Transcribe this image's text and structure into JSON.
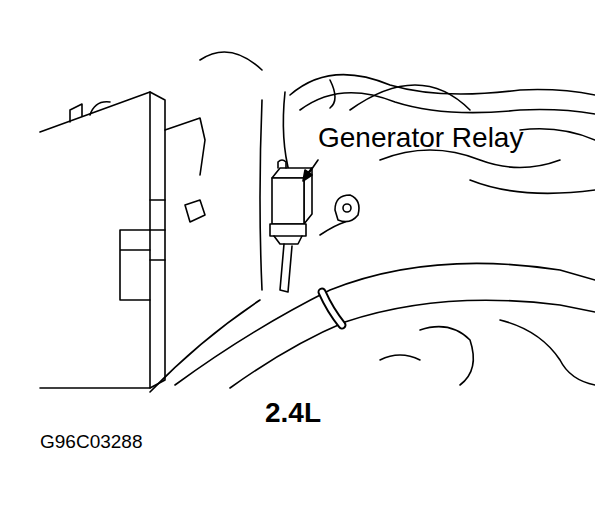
{
  "diagram": {
    "labels": [
      "Generator Relay",
      "2.4L",
      "G96C03288"
    ]
  }
}
